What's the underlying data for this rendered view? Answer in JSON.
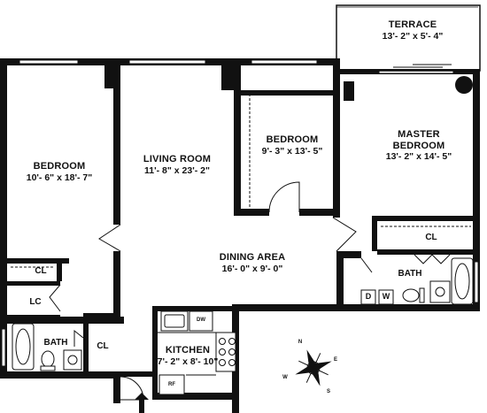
{
  "rooms": {
    "terrace": {
      "name": "TERRACE",
      "dims": "13'- 2\" x 5'- 4\""
    },
    "master_bedroom": {
      "name": "MASTER",
      "name2": "BEDROOM",
      "dims": "13'- 2\" x 14'- 5\""
    },
    "bedroom_left": {
      "name": "BEDROOM",
      "dims": "10'- 6\" x 18'- 7\""
    },
    "living_room": {
      "name": "LIVING ROOM",
      "dims": "11'- 8\" x 23'- 2\""
    },
    "bedroom_middle": {
      "name": "BEDROOM",
      "dims": "9'- 3\" x 13'- 5\""
    },
    "dining_area": {
      "name": "DINING AREA",
      "dims": "16'- 0\" x 9'- 0\""
    },
    "kitchen": {
      "name": "KITCHEN",
      "dims": "7'- 2\" x 8'- 10\""
    },
    "bath_left": {
      "name": "BATH"
    },
    "bath_right": {
      "name": "BATH"
    }
  },
  "closets": {
    "cl_left": "CL",
    "lc": "LC",
    "cl_hall": "CL",
    "cl_master": "CL"
  },
  "fixtures": {
    "washer": "W",
    "dryer": "D",
    "dishwasher": "DW",
    "refrigerator": "RF"
  },
  "compass": {
    "n": "N",
    "s": "S",
    "e": "E",
    "w": "W"
  },
  "colors": {
    "wall": "#111111",
    "background": "#ffffff"
  }
}
